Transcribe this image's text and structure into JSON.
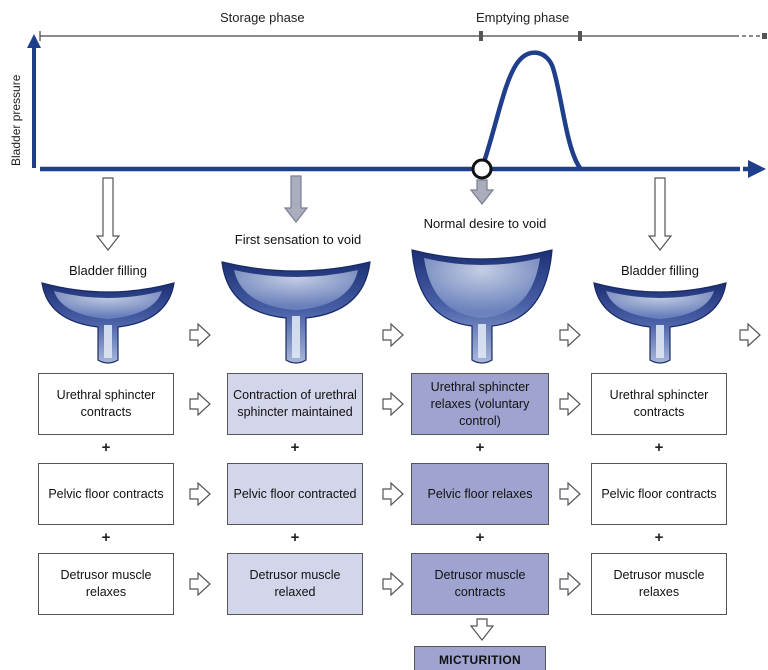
{
  "colors": {
    "axis": "#1f3f8c",
    "white_box": "#ffffff",
    "light_box": "#d3d6ea",
    "mid_box": "#9ea3cf",
    "outline": "#555555"
  },
  "graph": {
    "y_axis_label": "Bladder pressure",
    "storage_phase_label": "Storage phase",
    "emptying_phase_label": "Emptying phase"
  },
  "stages": [
    {
      "label": "Bladder filling",
      "fill": "white",
      "boxes": [
        "Urethral sphincter contracts",
        "Pelvic floor contracts",
        "Detrusor muscle relaxes"
      ]
    },
    {
      "label": "First sensation to void",
      "fill": "light",
      "boxes": [
        "Contraction of urethral sphincter maintained",
        "Pelvic floor contracted",
        "Detrusor muscle relaxed"
      ]
    },
    {
      "label": "Normal desire to void",
      "fill": "mid",
      "boxes": [
        "Urethral sphincter relaxes (voluntary control)",
        "Pelvic floor relaxes",
        "Detrusor muscle contracts"
      ]
    },
    {
      "label": "Bladder filling",
      "fill": "white",
      "boxes": [
        "Urethral sphincter contracts",
        "Pelvic floor contracts",
        "Detrusor muscle relaxes"
      ]
    }
  ],
  "plus_sign": "+",
  "outcome": "MICTURITION"
}
